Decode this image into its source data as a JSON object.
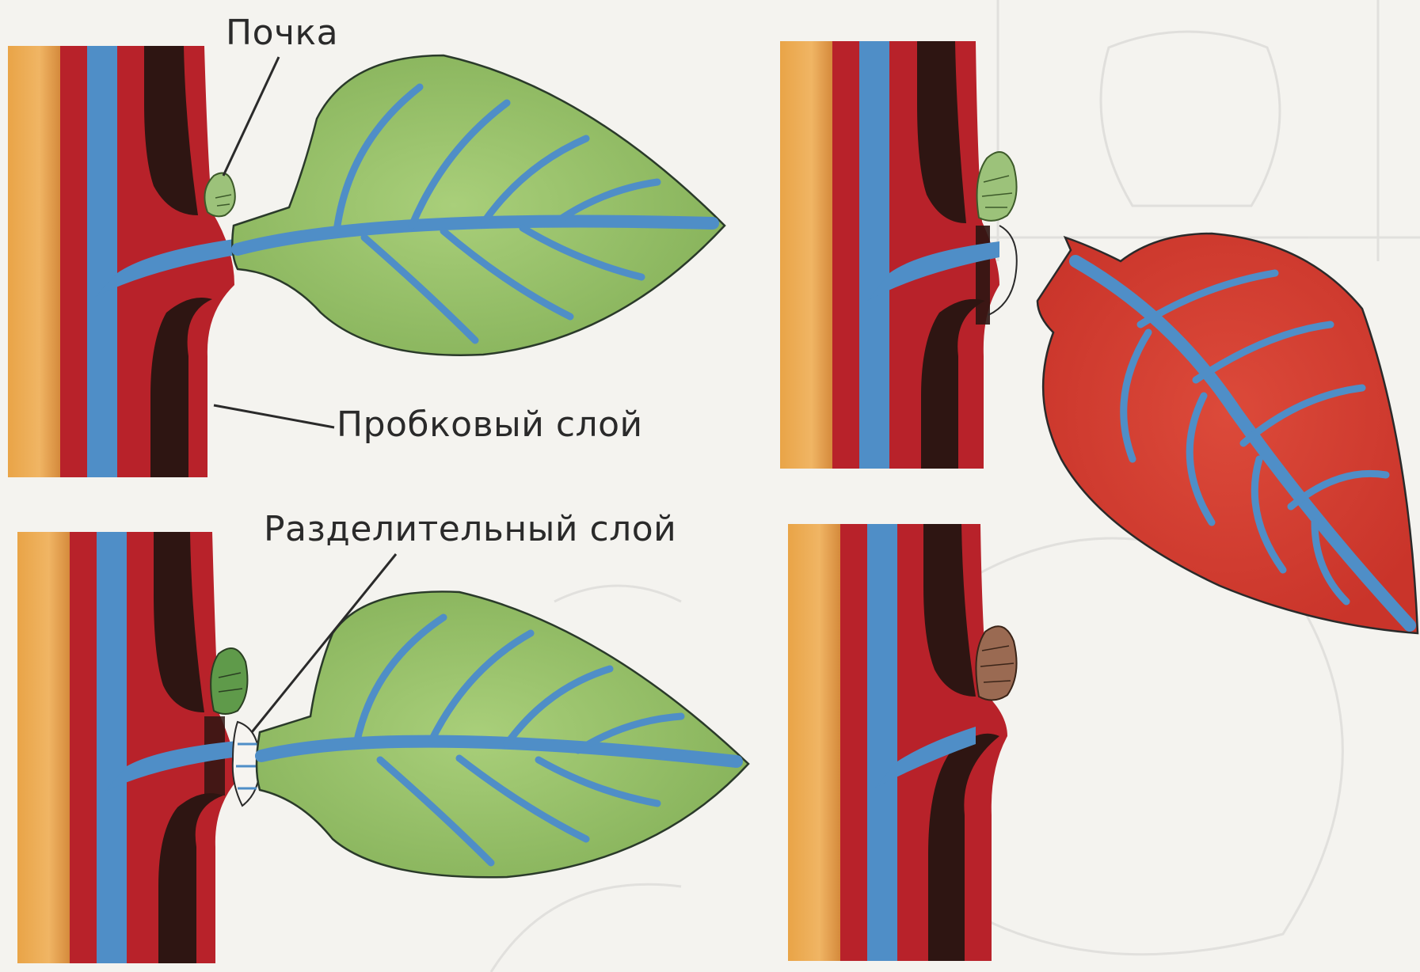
{
  "labels": {
    "bud": "Почка",
    "cork_layer": "Пробковый слой",
    "separation_layer": "Разделительный слой"
  },
  "colors": {
    "background": "#f4f3ef",
    "bark": "#e8a24e",
    "cortex": "#b8222a",
    "vascular": "#4f8ec7",
    "cork": "#2e1512",
    "leaf_green": "#9cc46e",
    "leaf_red": "#d23a2e",
    "bud_green": "#9cc27a",
    "bud_brown": "#9a6a52",
    "label_line": "#2a2a2a"
  }
}
